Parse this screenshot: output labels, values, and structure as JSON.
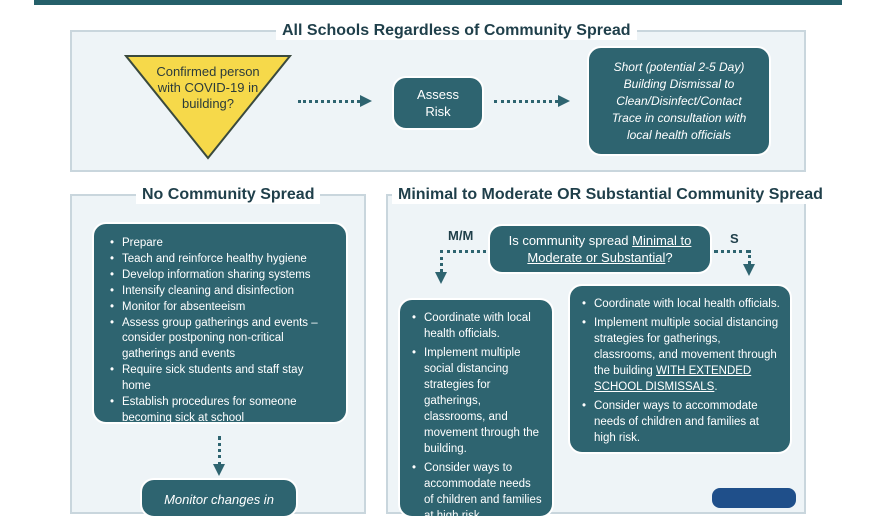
{
  "top_panel": {
    "title": "All Schools Regardless of Community Spread",
    "trigger": "Confirmed person with COVID-19 in building?",
    "assess": "Assess Risk",
    "dismissal": "Short (potential 2-5 Day) Building Dismissal to Clean/Disinfect/Contact Trace in consultation with local health officials"
  },
  "no_spread": {
    "title": "No Community Spread",
    "items": [
      "Prepare",
      "Teach and reinforce healthy hygiene",
      "Develop information sharing systems",
      "Intensify cleaning and disinfection",
      "Monitor for absenteeism",
      "Assess group gatherings and events – consider postponing non-critical gatherings and events",
      "Require sick students and staff stay home",
      "Establish procedures for someone becoming sick at school"
    ],
    "monitor": "Monitor changes in"
  },
  "spread": {
    "title": "Minimal to Moderate OR Substantial Community Spread",
    "question_prefix": "Is community spread ",
    "question_link": "Minimal to Moderate or Substantial",
    "question_suffix": "?",
    "mm_label": "M/M",
    "s_label": "S",
    "mm_items": [
      "Coordinate with local health officials.",
      "Implement multiple social distancing strategies for gatherings, classrooms, and movement through the building.",
      "Consider ways to accommodate needs of children and families at high risk."
    ],
    "s_items": [
      "Coordinate with local health officials.",
      "Implement multiple social distancing strategies for gatherings, classrooms, and movement through the building",
      "Consider ways to accommodate needs of children and families at high risk."
    ],
    "s_item2_underlined": "WITH EXTENDED SCHOOL DISMISSALS",
    "s_item2_end": "."
  },
  "colors": {
    "accent": "#2e6470",
    "triangle": "#f6d94a",
    "panel_bg": "#eef4f7"
  }
}
